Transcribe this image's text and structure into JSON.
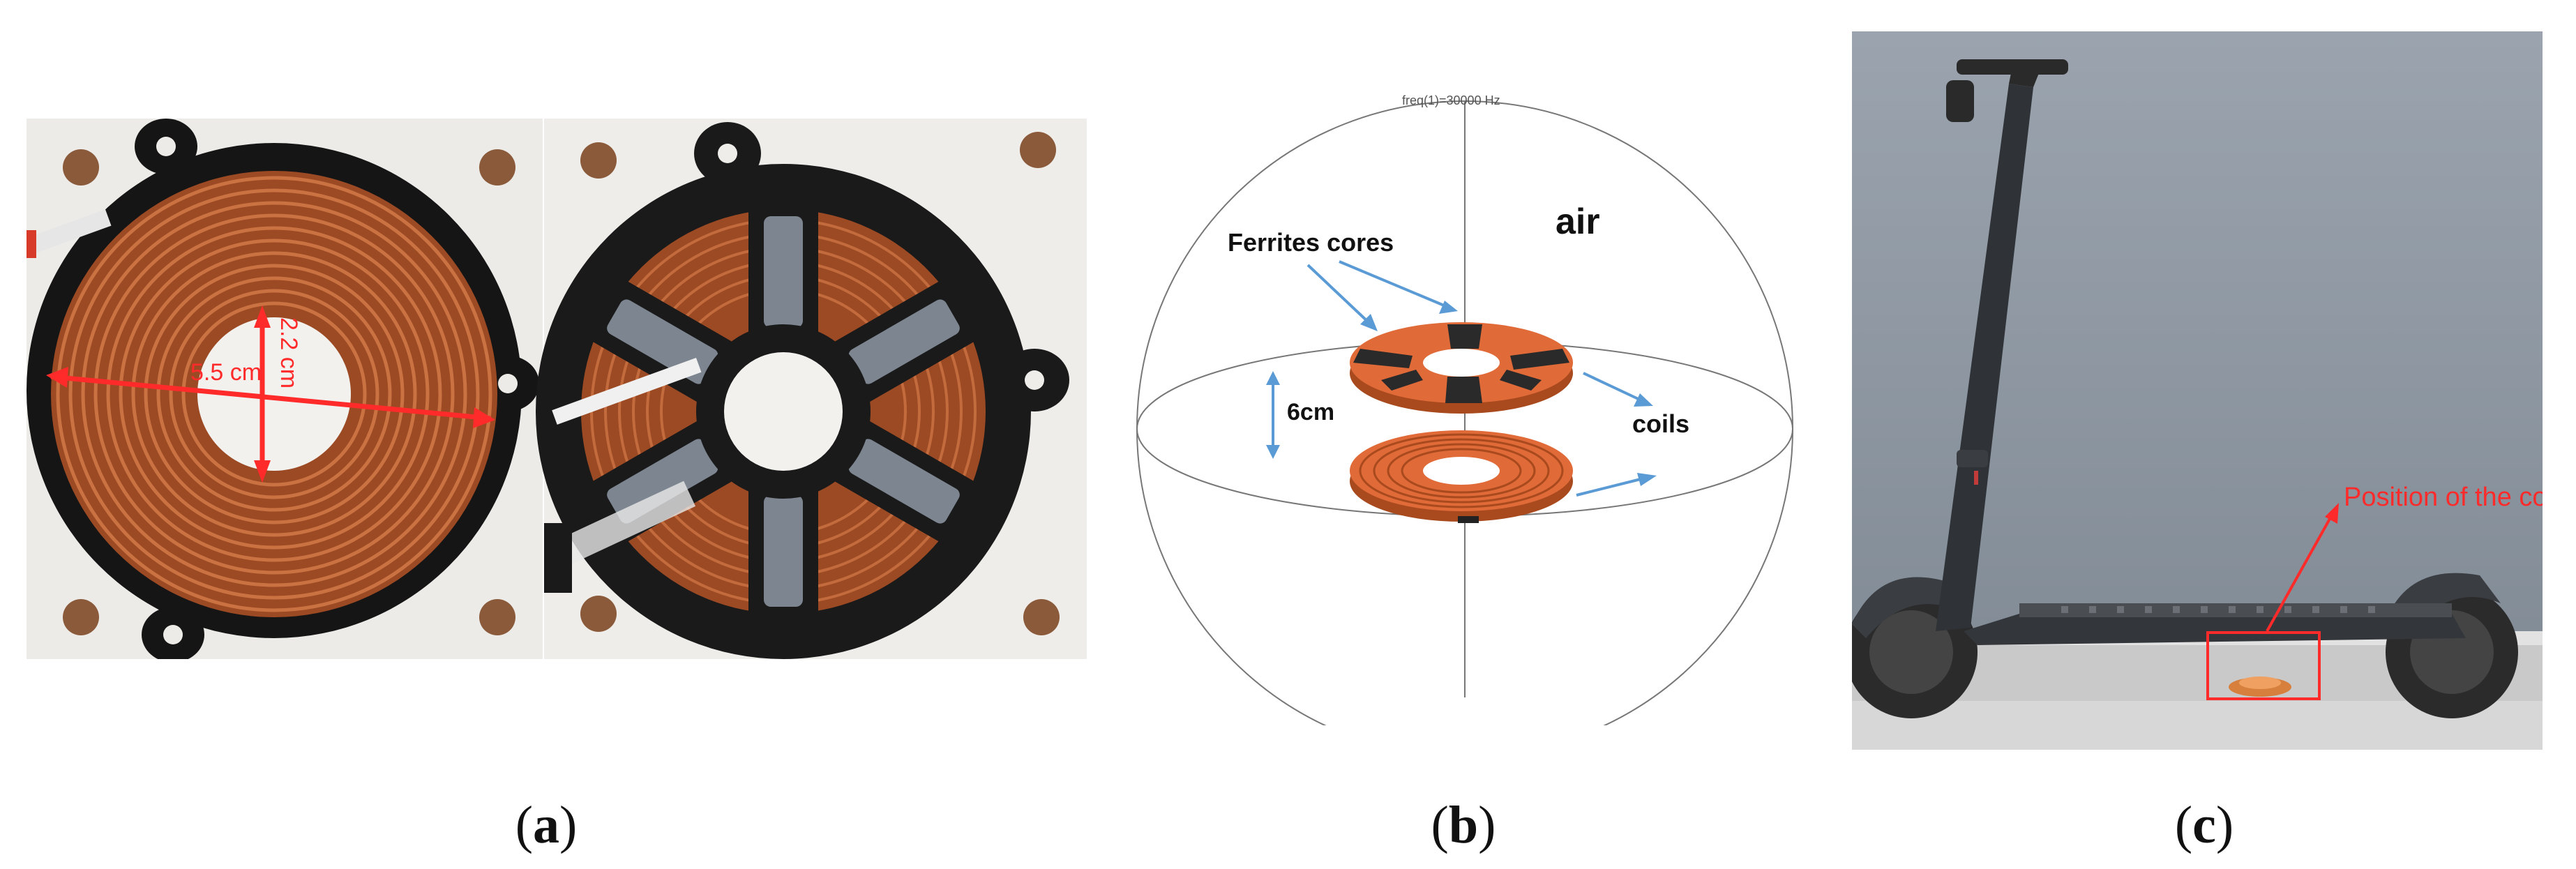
{
  "panel_a": {
    "diameter_label": "5.5 cm",
    "inner_label": "2.2 cm",
    "caption_letter": "a"
  },
  "panel_b": {
    "freq_label": "freq(1)=30000 Hz",
    "air_label": "air",
    "ferrites_label": "Ferrites cores",
    "coils_label": "coils",
    "gap_label": "6cm",
    "caption_letter": "b"
  },
  "panel_c": {
    "position_label": "Position of the coils",
    "caption_letter": "c"
  },
  "colors": {
    "copper": "#b5532a",
    "copper_light": "#e07a48",
    "ferrite": "#2e2e2e",
    "arrow_blue": "#5b9bd5",
    "annot_red": "#ff2a2a",
    "scooter_bg": "#8d97a3",
    "scooter_body": "#3a3d41"
  }
}
